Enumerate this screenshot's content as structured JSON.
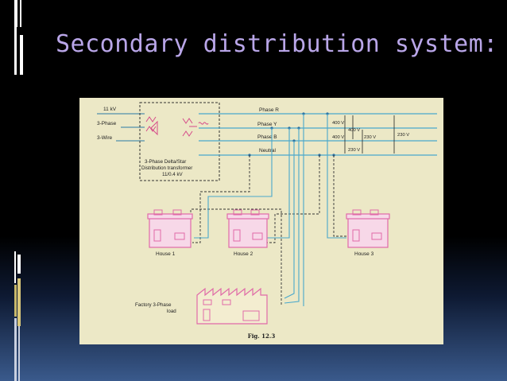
{
  "slide": {
    "title": "Secondary distribution system:"
  },
  "diagram": {
    "supply_labels": [
      "11 kV",
      "3-Phase",
      "3-Wire"
    ],
    "transformer_labels": [
      "3-Phase Delta/Star",
      "Distribution transformer",
      "11/0.4 kV"
    ],
    "bus_labels": [
      "Phase R",
      "Phase Y",
      "Phase B",
      "Neutral"
    ],
    "voltage_labels": {
      "v400_top": "400 V",
      "v400_mid": "400 V",
      "v400_bot": "400 V",
      "v230_a": "230 V",
      "v230_b": "230 V",
      "v230_c": "230 V"
    },
    "houses": [
      "House 1",
      "House 2",
      "House 3"
    ],
    "factory_label": [
      "Factory 3-Phase",
      "load"
    ],
    "figure_caption": "Fig. 12.3"
  },
  "colors": {
    "background_top": "#000000",
    "background_bottom": "#3a5a8c",
    "title": "#b9a6e8",
    "panel": "#ece8c6",
    "wire": "#4aa8cc",
    "building": "#e06aa8",
    "building_fill": "#f7d8e8"
  }
}
